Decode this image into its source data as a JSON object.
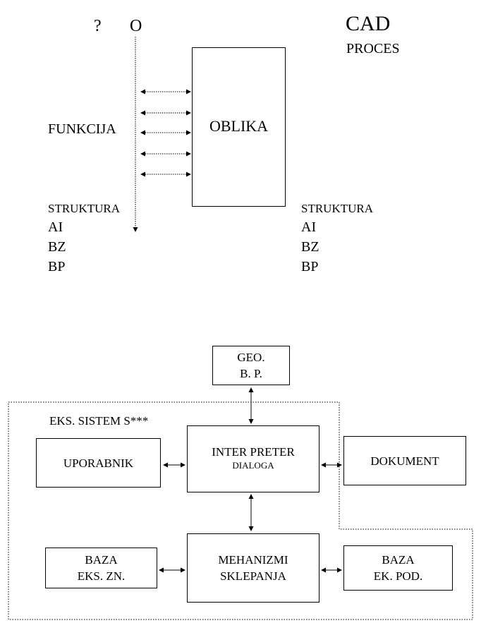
{
  "top": {
    "question_mark": "?",
    "output_mark": "O",
    "cad": "CAD",
    "proces": "PROCES",
    "funkcija": "FUNKCIJA",
    "oblika": "OBLIKA",
    "left_structure": {
      "heading": "STRUKTURA",
      "items": [
        "AI",
        "BZ",
        "BP"
      ]
    },
    "right_structure": {
      "heading": "STRUKTURA",
      "items": [
        "AI",
        "BZ",
        "BP"
      ]
    }
  },
  "bottom": {
    "system_label": "EKS. SISTEM S***",
    "geo_box": {
      "line1": "GEO.",
      "line2": "B. P."
    },
    "uporabnik_box": "UPORABNIK",
    "interpreter_box": {
      "line1": "INTER PRETER",
      "line2": "DIALOGA"
    },
    "dokument_box": "DOKUMENT",
    "baza_eks_box": {
      "line1": "BAZA",
      "line2": "EKS. ZN."
    },
    "mehanizmi_box": {
      "line1": "MEHANIZMI",
      "line2": "SKLEPANJA"
    },
    "baza_ek_pod_box": {
      "line1": "BAZA",
      "line2": "EK. POD."
    }
  }
}
